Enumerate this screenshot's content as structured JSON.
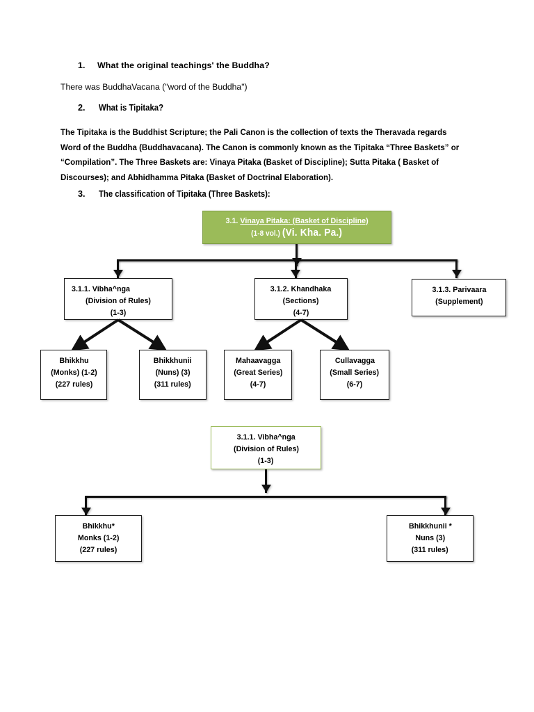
{
  "document": {
    "questions": [
      {
        "number": "1.",
        "text": "What the original teachings' the Buddha?"
      },
      {
        "number": "2.",
        "text": "What is Tipitaka?"
      },
      {
        "number": "3.",
        "text": "The classification of Tipitaka (Three Baskets):"
      }
    ],
    "answer1": "There was BuddhaVacana (\"word of the Buddha\")",
    "paragraph_lines": [
      "The Tipitaka is the Buddhist Scripture; the Pali Canon is the collection of texts the Theravada regards",
      "Word of the Buddha (Buddhavacana). The Canon is commonly known as the Tipitaka “Three Baskets” or",
      "“Compilation”. The Three Baskets are: Vinaya  Pitaka (Basket of Discipline); Sutta Pitaka ( Basket of",
      "Discourses); and Abhidhamma Pitaka (Basket of Doctrinal Elaboration)."
    ]
  },
  "colors": {
    "green_fill": "#9BBB59",
    "green_border": "#9BBB59",
    "box_border": "#1a1a1a",
    "connector": "#111111"
  },
  "diagram_top": {
    "root": {
      "number": "3.1.",
      "title": "Vinaya Pitaka: (Basket of Discipline)",
      "volume": "(1-8 vol.)",
      "abbrev": "(Vi. Kha. Pa.)"
    },
    "level2": [
      {
        "line1": "3.1.1. Vibha^nga",
        "line2": "(Division of Rules)",
        "line3": "(1-3)"
      },
      {
        "line1": "3.1.2. Khandhaka",
        "line2": "(Sections)",
        "line3": "(4-7)"
      },
      {
        "line1": "3.1.3. Parivaara",
        "line2": "(Supplement)",
        "line3": ""
      }
    ],
    "level3": [
      {
        "line1": "Bhikkhu",
        "line2": "(Monks) (1-2)",
        "line3": "(227 rules)"
      },
      {
        "line1": "Bhikkhunii",
        "line2": "(Nuns) (3)",
        "line3": "(311 rules)"
      },
      {
        "line1": "Mahaavagga",
        "line2": "(Great Series)",
        "line3": "(4-7)"
      },
      {
        "line1": "Cullavagga",
        "line2": "(Small Series)",
        "line3": "(6-7)"
      }
    ]
  },
  "diagram_bottom": {
    "root": {
      "line1": "3.1.1. Vibha^nga",
      "line2": "(Division of Rules)",
      "line3": "(1-3)"
    },
    "children": [
      {
        "line1": "Bhikkhu*",
        "line2": "Monks (1-2)",
        "line3": "(227 rules)"
      },
      {
        "line1": "Bhikkhunii *",
        "line2": "Nuns (3)",
        "line3": "(311 rules)"
      }
    ]
  }
}
